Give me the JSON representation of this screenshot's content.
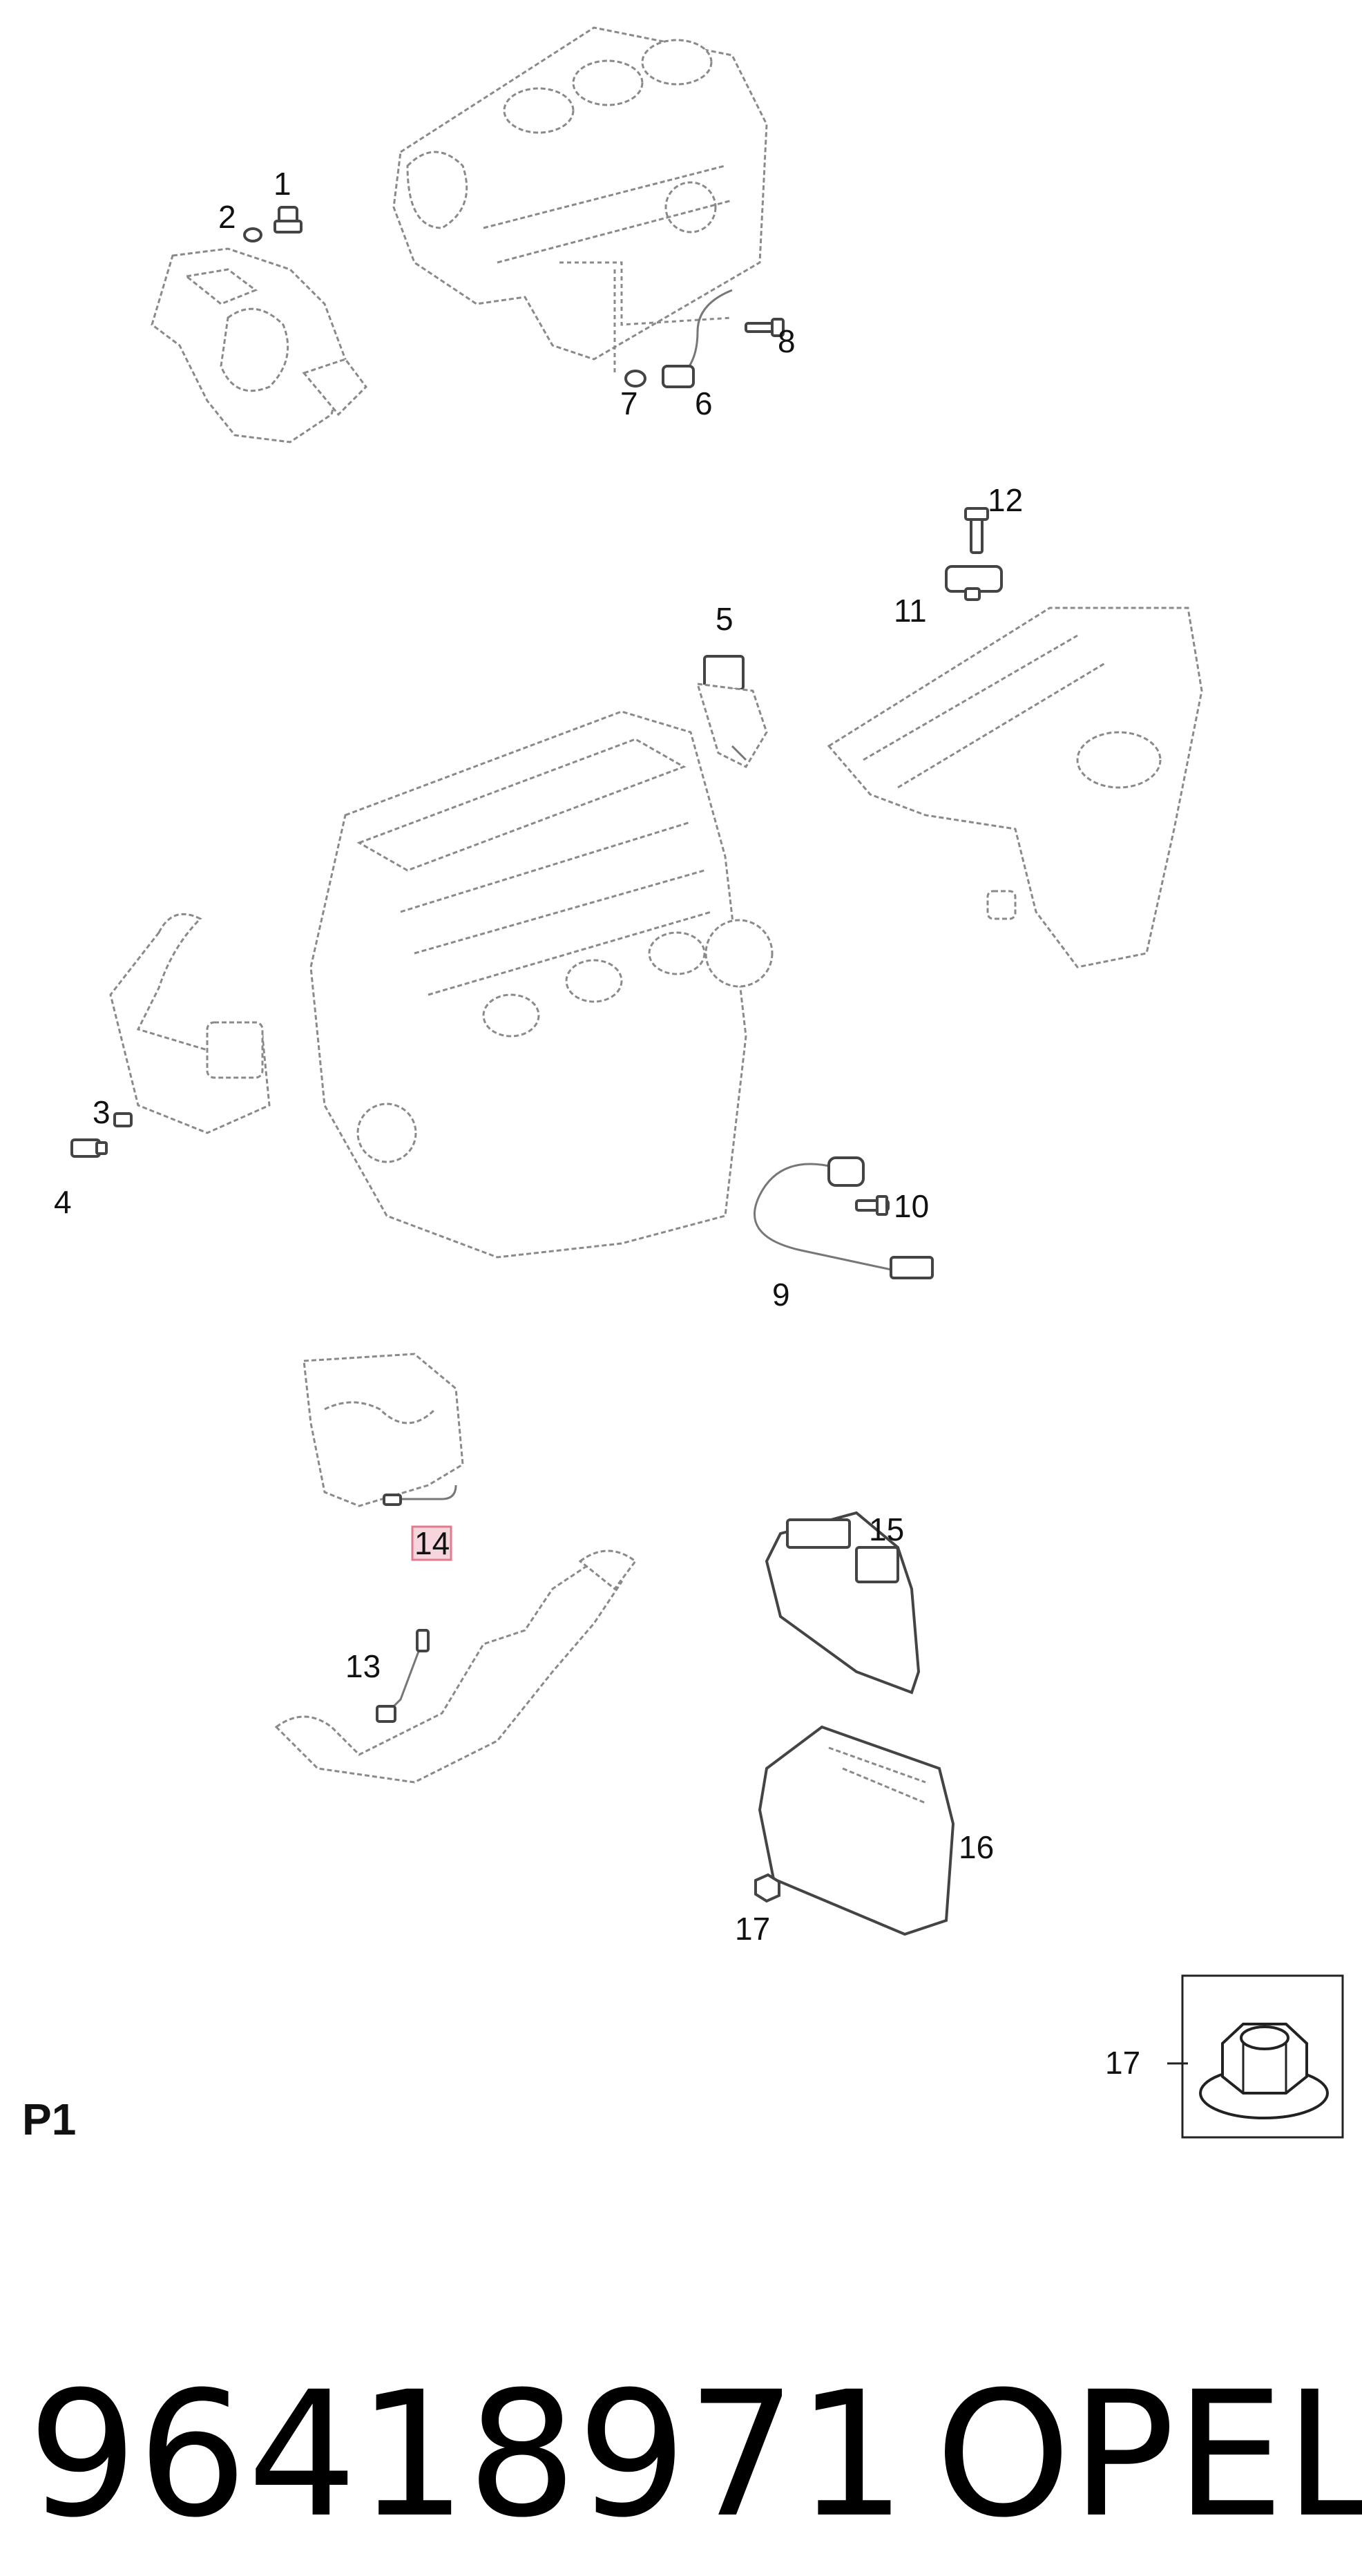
{
  "callouts": [
    {
      "id": "1",
      "text": "1"
    },
    {
      "id": "2",
      "text": "2"
    },
    {
      "id": "3",
      "text": "3"
    },
    {
      "id": "4",
      "text": "4"
    },
    {
      "id": "5",
      "text": "5"
    },
    {
      "id": "6",
      "text": "6"
    },
    {
      "id": "7",
      "text": "7"
    },
    {
      "id": "8",
      "text": "8"
    },
    {
      "id": "9",
      "text": "9"
    },
    {
      "id": "10",
      "text": "10"
    },
    {
      "id": "11",
      "text": "11"
    },
    {
      "id": "12",
      "text": "12"
    },
    {
      "id": "13",
      "text": "13"
    },
    {
      "id": "14",
      "text": "14",
      "highlighted": true
    },
    {
      "id": "15",
      "text": "15"
    },
    {
      "id": "16",
      "text": "16"
    },
    {
      "id": "17",
      "text": "17"
    },
    {
      "id": "17-detail",
      "text": "17"
    }
  ],
  "sheet_label": "P1",
  "part_number": "96418971",
  "brand": "OPEL",
  "colors": {
    "highlight_fill": "#f6d6dc",
    "highlight_stroke": "#e07a8e",
    "line_art": "#8a8a8a"
  }
}
